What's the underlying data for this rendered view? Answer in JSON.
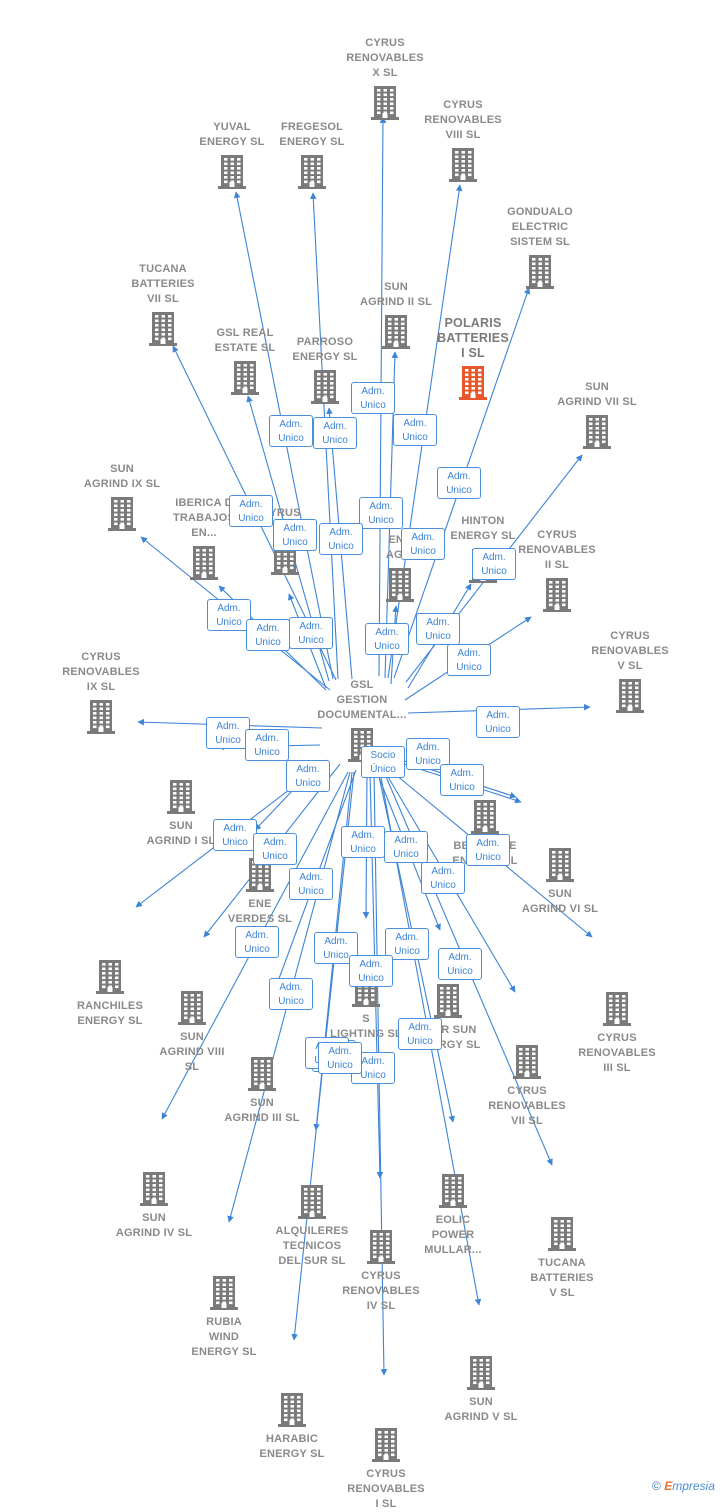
{
  "center": {
    "label": "GSL\nGESTION\nDOCUMENTAL..."
  },
  "focus": {
    "label": "POLARIS\nBATTERIES\nI SL"
  },
  "nodes": [
    {
      "label": "CYRUS\nRENOVABLES\nX SL"
    },
    {
      "label": "YUVAL\nENERGY SL"
    },
    {
      "label": "FREGESOL\nENERGY SL"
    },
    {
      "label": "CYRUS\nRENOVABLES\nVIII SL"
    },
    {
      "label": "GONDUALO\nELECTRIC\nSISTEM SL"
    },
    {
      "label": "TUCANA\nBATTERIES\nVII SL"
    },
    {
      "label": "SUN\nAGRIND II SL"
    },
    {
      "label": "GSL REAL\nESTATE SL"
    },
    {
      "label": "PARROSO\nENERGY SL"
    },
    {
      "label": "SUN\nAGRIND VII SL"
    },
    {
      "label": "SUN\nAGRIND IX SL"
    },
    {
      "label": "IBERICA D\nTRABAJOS\nEN..."
    },
    {
      "label": "YRUS\nV"
    },
    {
      "label": "ENE\nAGRI"
    },
    {
      "label": "HINTON\nENERGY SL"
    },
    {
      "label": "CYRUS\nRENOVABLES\nII SL"
    },
    {
      "label": "CYRUS\nRENOVABLES\nV SL"
    },
    {
      "label": "CYRUS\nRENOVABLES\nIX SL"
    },
    {
      "label": "SUN\nAGRIND I SL"
    },
    {
      "label": "BELMONTE\nENERGY SL"
    },
    {
      "label": "ENE\nVERDES SL"
    },
    {
      "label": "SUN\nAGRIND VI SL"
    },
    {
      "label": "RANCHILES\nENERGY SL"
    },
    {
      "label": "SUN\nAGRIND VIII\nSL"
    },
    {
      "label": "S\nLIGHTING SL"
    },
    {
      "label": "STAR SUN\nENERGY SL"
    },
    {
      "label": "CYRUS\nRENOVABLES\nIII SL"
    },
    {
      "label": "SUN\nAGRIND III SL"
    },
    {
      "label": "CYRUS\nRENOVABLES\nVII SL"
    },
    {
      "label": "SUN\nAGRIND IV SL"
    },
    {
      "label": "ALQUILERES\nTECNICOS\nDEL SUR SL"
    },
    {
      "label": "EOLIC\nPOWER\nMULLAR..."
    },
    {
      "label": "TUCANA\nBATTERIES\nV SL"
    },
    {
      "label": "CYRUS\nRENOVABLES\nIV SL"
    },
    {
      "label": "RUBIA\nWIND\nENERGY SL"
    },
    {
      "label": "SUN\nAGRIND V SL"
    },
    {
      "label": "HARABIC\nENERGY SL"
    },
    {
      "label": "CYRUS\nRENOVABLES\nI SL"
    }
  ],
  "badges": [
    {
      "text": "Adm.\nUnico"
    },
    {
      "text": "Adm.\nUnico"
    },
    {
      "text": "Adm.\nUnico"
    },
    {
      "text": "Adm.\nUnico"
    },
    {
      "text": "Adm.\nUnico"
    },
    {
      "text": "Adm.\nUnico"
    },
    {
      "text": "Adm.\nUnico"
    },
    {
      "text": "Adm.\nUnico"
    },
    {
      "text": "Adm.\nUnico"
    },
    {
      "text": "Adm.\nUnico"
    },
    {
      "text": "Adm.\nUnico"
    },
    {
      "text": "Adm.\nUnico"
    },
    {
      "text": "Adm.\nUnico"
    },
    {
      "text": "Adm.\nUnico"
    },
    {
      "text": "Adm.\nUnico"
    },
    {
      "text": "Adm.\nUnico"
    },
    {
      "text": "Adm.\nUnico"
    },
    {
      "text": "Adm.\nUnico"
    },
    {
      "text": "Adm.\nUnico"
    },
    {
      "text": "Adm.\nUnico"
    },
    {
      "text": "Adm.\nUnico"
    },
    {
      "text": "Socio\nÚnico"
    },
    {
      "text": "Adm.\nUnico"
    },
    {
      "text": "Adm.\nUnico"
    },
    {
      "text": "Adm.\nUnico"
    },
    {
      "text": "Adm.\nUnico"
    },
    {
      "text": "Adm.\nUnico"
    },
    {
      "text": "Adm.\nUnico"
    },
    {
      "text": "Adm.\nUnico"
    },
    {
      "text": "Adm.\nUnico"
    },
    {
      "text": "Adm.\nUnico"
    },
    {
      "text": "Adm.\nUnico"
    },
    {
      "text": "Adm.\nUnico"
    },
    {
      "text": "Adm.\nUnico"
    },
    {
      "text": "Adm.\nUnico"
    },
    {
      "text": "Adm.\nUnico"
    },
    {
      "text": "Adm.\nUnico"
    },
    {
      "text": "Adm.\nUnico"
    },
    {
      "text": "Adm.\nUnico"
    },
    {
      "text": "Adm.\nUnico"
    },
    {
      "text": "Adm.\nUnico"
    },
    {
      "text": "Adm.\nUnico"
    }
  ],
  "footer": {
    "copyright": "©",
    "brand_initial": "E",
    "brand_rest": "mpresia"
  },
  "colors": {
    "edge": "#3d84d6",
    "building": "#7a7a7a",
    "focus": "#e8572a",
    "label": "#8a8a8a"
  }
}
